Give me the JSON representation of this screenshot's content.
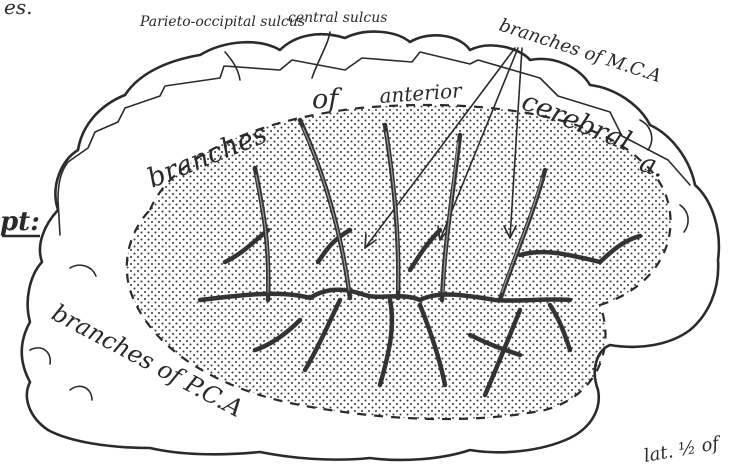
{
  "diagram": {
    "labels": {
      "corner_fragment": "es.",
      "parieto_occipital": "Parieto-occipital sulcus",
      "central_sulcus": "central sulcus",
      "branches_mca": "branches of M.C.A",
      "branches_of": "branches",
      "of_word": "of",
      "anterior": "anterior",
      "cerebral": "cerebral",
      "a_label": "a.",
      "left_fragment": "pt:",
      "branches_pca": "branches of P.C.A",
      "lat_fragment": "lat. ½ of"
    }
  }
}
